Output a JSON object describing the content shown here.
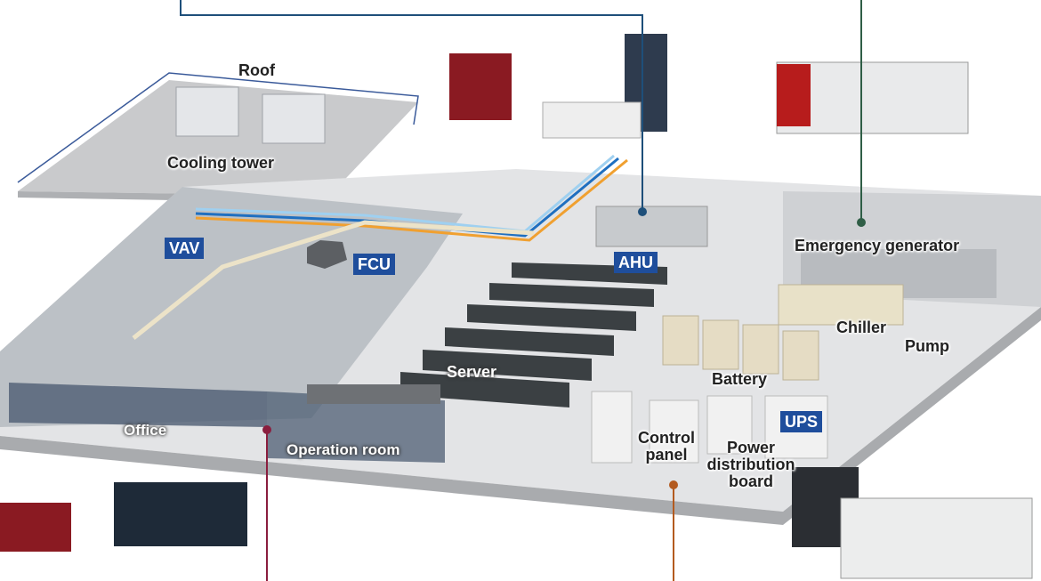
{
  "labels": {
    "roof": "Roof",
    "cooling_tower": "Cooling tower",
    "server": "Server",
    "battery": "Battery",
    "chiller": "Chiller",
    "pump": "Pump",
    "emergency_generator": "Emergency generator",
    "office": "Office",
    "operation_room": "Operation room",
    "control_panel": "Control panel",
    "power_distribution_board": "Power distribution board"
  },
  "badges": {
    "vav": "VAV",
    "fcu": "FCU",
    "ahu": "AHU",
    "ups": "UPS"
  },
  "colors": {
    "badge": "#1f4e9c",
    "connector_hvac": "#1e4f7a",
    "connector_power_gen": "#2f5e46",
    "connector_office": "#8a1e3e",
    "connector_power": "#b35a1f",
    "floor": "#d9dadc",
    "duct_blue": "#1f6fc0",
    "duct_orange": "#f0a030"
  }
}
